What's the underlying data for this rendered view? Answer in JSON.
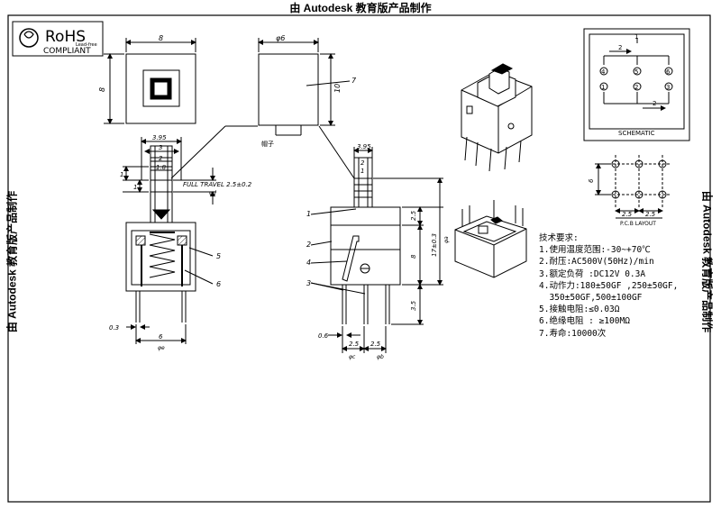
{
  "banner": {
    "top": "由 Autodesk 教育版产品制作",
    "left": "由 Autodesk 教育版产品制作",
    "right": "由 Autodesk 教育版产品制作"
  },
  "rohs": {
    "title": "RoHS",
    "subtitle": "COMPLIANT",
    "small": "Lead-free"
  },
  "dims": {
    "top_width": "8",
    "top_height": "8",
    "cap_width": "φ6",
    "cap_height": "10",
    "cap_label": "帽子",
    "front_w1": "3.95",
    "front_w2": "3",
    "front_w3": "2",
    "front_w4": "1.8",
    "front_h1": "1",
    "front_h2": "1",
    "travel": "FULL TRAVEL 2.5±0.2",
    "travel_sub": "φd",
    "front_03": "0.3",
    "front_6": "6",
    "front_6_sub": "φe",
    "side_395": "3.95",
    "side_2": "2",
    "side_1": "1",
    "side_25": "2.5",
    "side_8": "8",
    "side_173": "17±0.3",
    "side_173_sub": "φa",
    "side_35": "3.5",
    "side_06": "0.6",
    "side_25b": "2.5",
    "side_25c": "2.5",
    "side_sub_c": "φc",
    "side_sub_b": "φb"
  },
  "callouts": {
    "c1": "1",
    "c2": "2",
    "c3": "3",
    "c4": "4",
    "c5": "5",
    "c6": "6",
    "c7": "7"
  },
  "schematic": {
    "title": "SCHEMATIC",
    "top_num": "1",
    "dim_top": "2",
    "dim_bot": "2",
    "pins": [
      "4",
      "5",
      "6",
      "1",
      "2",
      "3"
    ]
  },
  "pcb": {
    "title": "P.C.B LAYOUT",
    "dim_v": "6",
    "dim_h1": "2.5",
    "dim_h2": "2.5"
  },
  "specs": {
    "heading": "技术要求:",
    "lines": [
      "1.使用温度范围:-30~+70℃",
      "2.耐压:AC500V(50Hz)/min",
      "3.额定负荷 :DC12V 0.3A",
      "4.动作力:180±50GF ,250±50GF,",
      "  350±50GF,500±100GF",
      "5.接触电阻:≤0.03Ω",
      "6.绝缘电阻 : ≥100MΩ",
      "7.寿命:10000次"
    ]
  }
}
